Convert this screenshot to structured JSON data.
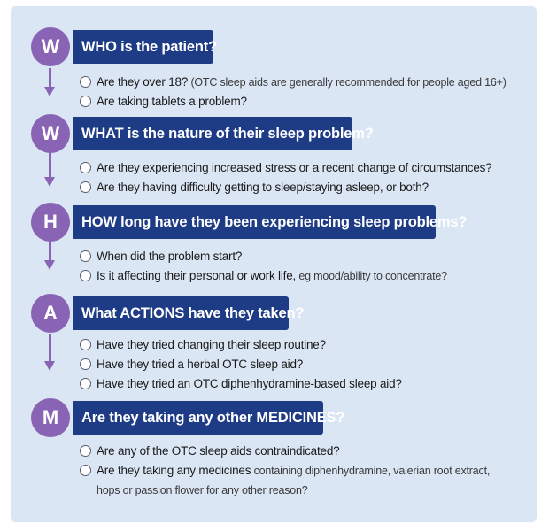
{
  "steps": [
    {
      "letter": "W",
      "heading": "WHO is the patient?",
      "questions": [
        {
          "main": "Are they over 18?",
          "extra": " (OTC sleep aids are generally recommended for people aged 16+)"
        },
        {
          "main": "Are taking tablets a problem?",
          "extra": ""
        }
      ]
    },
    {
      "letter": "W",
      "heading": "WHAT is the nature of their sleep problem?",
      "questions": [
        {
          "main": "Are they experiencing increased stress or a recent change of circumstances?",
          "extra": ""
        },
        {
          "main": "Are they having difficulty getting to sleep/staying asleep, or both?",
          "extra": ""
        }
      ]
    },
    {
      "letter": "H",
      "heading": "HOW long have they been experiencing sleep problems?",
      "questions": [
        {
          "main": "When did the problem start?",
          "extra": ""
        },
        {
          "main": "Is it affecting their personal or work life,",
          "extra": " eg mood/ability to concentrate?"
        }
      ]
    },
    {
      "letter": "A",
      "heading": "What ACTIONS have they taken?",
      "questions": [
        {
          "main": "Have they tried changing their sleep routine?",
          "extra": ""
        },
        {
          "main": "Have they tried a herbal OTC sleep aid?",
          "extra": ""
        },
        {
          "main": "Have they tried an OTC diphenhydramine-based sleep aid?",
          "extra": ""
        }
      ]
    },
    {
      "letter": "M",
      "heading": "Are they taking any other MEDICINES?",
      "questions": [
        {
          "main": "Are any of the OTC sleep aids contraindicated?",
          "extra": ""
        },
        {
          "main": "Are they taking any medicines",
          "extra": " containing diphenhydramine, valerian root extract, hops or passion flower for any other reason?"
        }
      ]
    }
  ],
  "colors": {
    "panel": "#dbe6f5",
    "circle": "#8a64b4",
    "heading_bg": "#1e3c85"
  },
  "icons": {
    "connector": "down-arrow-icon",
    "option": "radio-circle-icon"
  }
}
